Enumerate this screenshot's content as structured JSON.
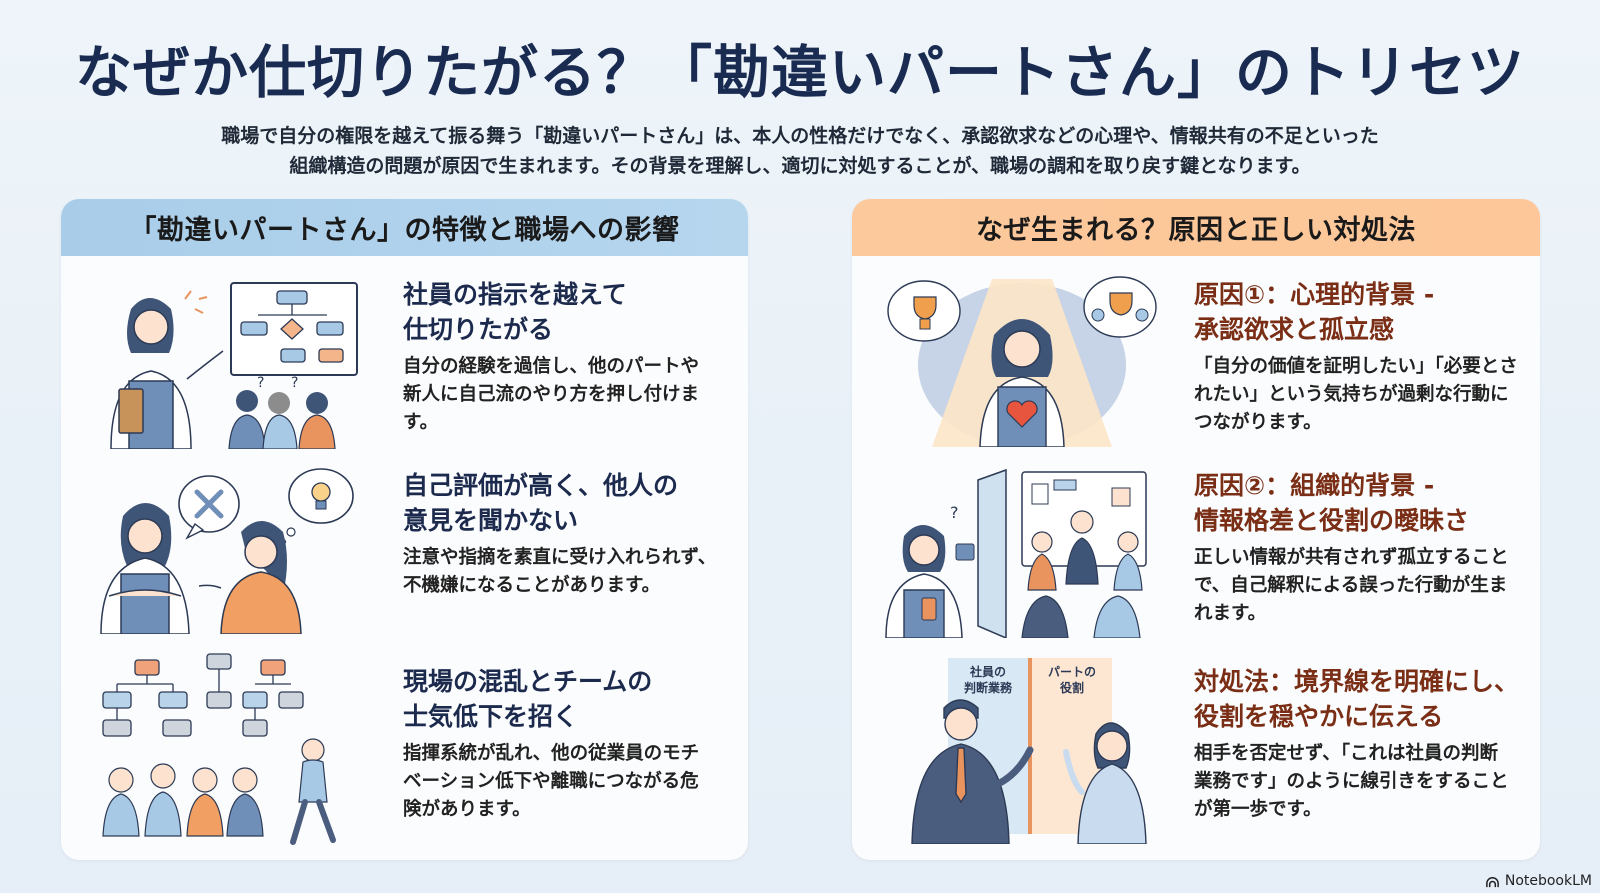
{
  "title": "なぜか仕切りたがる？「勘違いパートさん」のトリセツ",
  "subtitle": {
    "line1": "職場で自分の権限を越えて振る舞う「勘違いパートさん」は、本人の性格だけでなく、承認欲求などの心理や、情報共有の不足といった",
    "line2": "組織構造の問題が原因で生まれます。その背景を理解し、適切に対処することが、職場の調和を取り戻す鍵となります。"
  },
  "left_panel": {
    "header": "「勘違いパートさん」の特徴と職場への影響",
    "header_color": "#b0d2ec",
    "items": [
      {
        "title_line1": "社員の指示を越えて",
        "title_line2": "仕切りたがる",
        "body_line1": "自分の経験を過信し、他のパートや",
        "body_line2": "新人に自己流のやり方を押し付けま",
        "body_line3": "す。",
        "icon": "woman-explaining-flowchart-illustration"
      },
      {
        "title_line1": "自己評価が高く、他人の",
        "title_line2": "意見を聞かない",
        "body_line1": "注意や指摘を素直に受け入れられず、",
        "body_line2": "不機嫌になることがあります。",
        "icon": "woman-rejecting-idea-illustration"
      },
      {
        "title_line1": "現場の混乱とチームの",
        "title_line2": "士気低下を招く",
        "body_line1": "指揮系統が乱れ、他の従業員のモチ",
        "body_line2": "ベーション低下や離職につながる危",
        "body_line3": "険があります。",
        "icon": "confused-team-org-chart-illustration"
      }
    ]
  },
  "right_panel": {
    "header": "なぜ生まれる？原因と正しい対処法",
    "header_color": "#fcc89a",
    "items": [
      {
        "title_line1": "原因①：心理的背景 -",
        "title_line2": "承認欲求と孤立感",
        "body_line1": "「自分の価値を証明したい」「必要とさ",
        "body_line2": "れたい」という気持ちが過剰な行動に",
        "body_line3": "つながります。",
        "icon": "spotlight-woman-trophy-illustration"
      },
      {
        "title_line1": "原因②：組織的背景 -",
        "title_line2": "情報格差と役割の曖昧さ",
        "body_line1": "正しい情報が共有されず孤立すること",
        "body_line2": "で、自己解釈による誤った行動が生ま",
        "body_line3": "れます。",
        "icon": "isolated-woman-puzzle-meeting-illustration"
      },
      {
        "title_line1": "対処法：境界線を明確にし、",
        "title_line2": "役割を穏やかに伝える",
        "body_line1": "相手を否定せず、「これは社員の判断",
        "body_line2": "業務です」のように線引きをすること",
        "body_line3": "が第一歩です。",
        "icon": "boundary-line-illustration",
        "label_left_line1": "社員の",
        "label_left_line2": "判断業務",
        "label_right_line1": "パートの",
        "label_right_line2": "役割"
      }
    ]
  },
  "brand": "NotebookLM",
  "colors": {
    "title": "#1a2b52",
    "left_heading": "#1c2a4e",
    "right_heading": "#7a2e16",
    "accent_blue": "#7fa7cf",
    "accent_orange": "#e9945f"
  }
}
